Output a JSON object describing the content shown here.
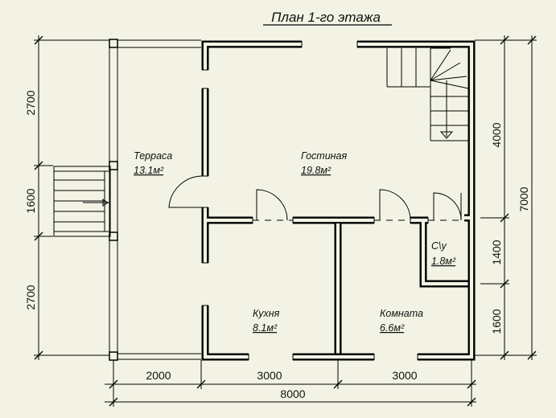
{
  "title": "План 1-го этажа",
  "rooms": {
    "terrace": {
      "name": "Терраса",
      "area": "13.1м²"
    },
    "living": {
      "name": "Гостиная",
      "area": "19.8м²"
    },
    "bath": {
      "name": "С\\у",
      "area": "1.8м²"
    },
    "kitchen": {
      "name": "Кухня",
      "area": "8.1м²"
    },
    "room": {
      "name": "Комната",
      "area": "6.6м²"
    }
  },
  "dimensions": {
    "bottom_segments": [
      "2000",
      "3000",
      "3000"
    ],
    "bottom_total": "8000",
    "left_segments": [
      "2700",
      "1600",
      "2700"
    ],
    "right_segments": [
      "4000",
      "1400",
      "1600"
    ],
    "right_total": "7000"
  }
}
